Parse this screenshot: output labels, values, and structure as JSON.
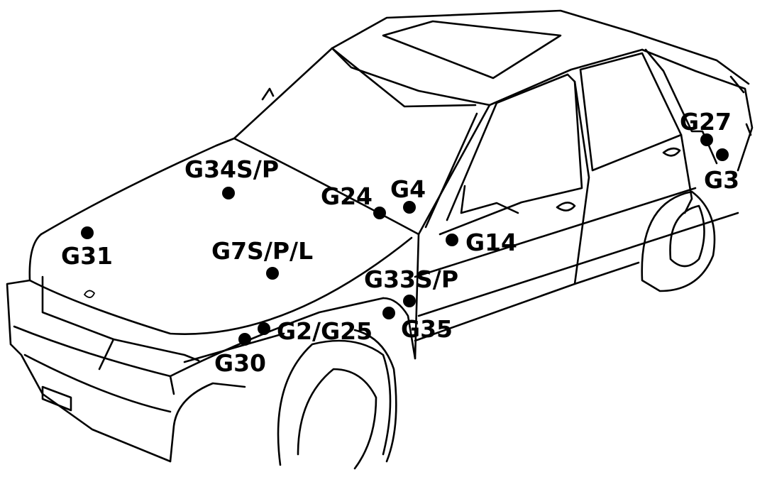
{
  "colors": {
    "ink": "#000000",
    "paper": "#ffffff"
  },
  "points": [
    {
      "id": "g34sp",
      "label": "G34S/P"
    },
    {
      "id": "g24",
      "label": "G24"
    },
    {
      "id": "g4",
      "label": "G4"
    },
    {
      "id": "g31",
      "label": "G31"
    },
    {
      "id": "g7spl",
      "label": "G7S/P/L"
    },
    {
      "id": "g14",
      "label": "G14"
    },
    {
      "id": "g33sp",
      "label": "G33S/P"
    },
    {
      "id": "g2g25",
      "label": "G2/G25"
    },
    {
      "id": "g35",
      "label": "G35"
    },
    {
      "id": "g30",
      "label": "G30"
    },
    {
      "id": "g27",
      "label": "G27"
    },
    {
      "id": "g3",
      "label": "G3"
    }
  ]
}
